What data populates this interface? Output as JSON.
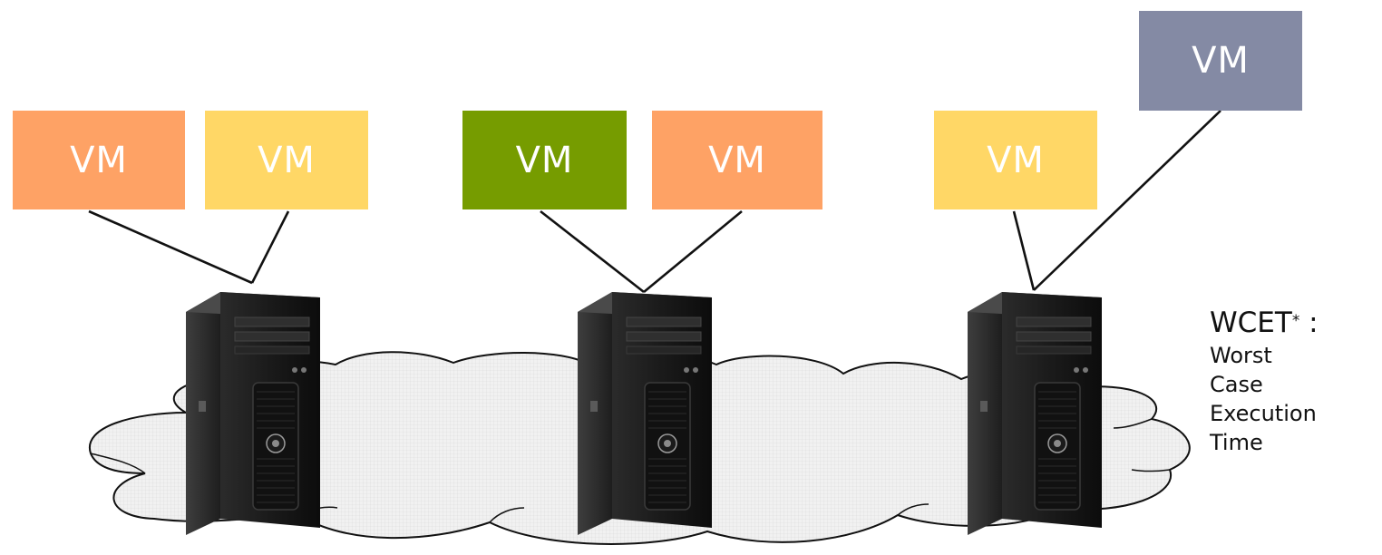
{
  "vms": [
    {
      "label": "VM",
      "color": "#fea265"
    },
    {
      "label": "VM",
      "color": "#ffd766"
    },
    {
      "label": "VM",
      "color": "#769c00"
    },
    {
      "label": "VM",
      "color": "#fea265"
    },
    {
      "label": "VM",
      "color": "#ffd766"
    },
    {
      "label": "VM",
      "color": "#848aa4"
    }
  ],
  "servers": [
    {
      "icon": "tower-server-icon"
    },
    {
      "icon": "tower-server-icon"
    },
    {
      "icon": "tower-server-icon"
    }
  ],
  "cloud": {
    "icon": "cloud-icon"
  },
  "legend": {
    "term": "WCET",
    "marker": "*",
    "colon": " :",
    "words": [
      "Worst",
      "Case",
      "Execution",
      "Time"
    ]
  }
}
